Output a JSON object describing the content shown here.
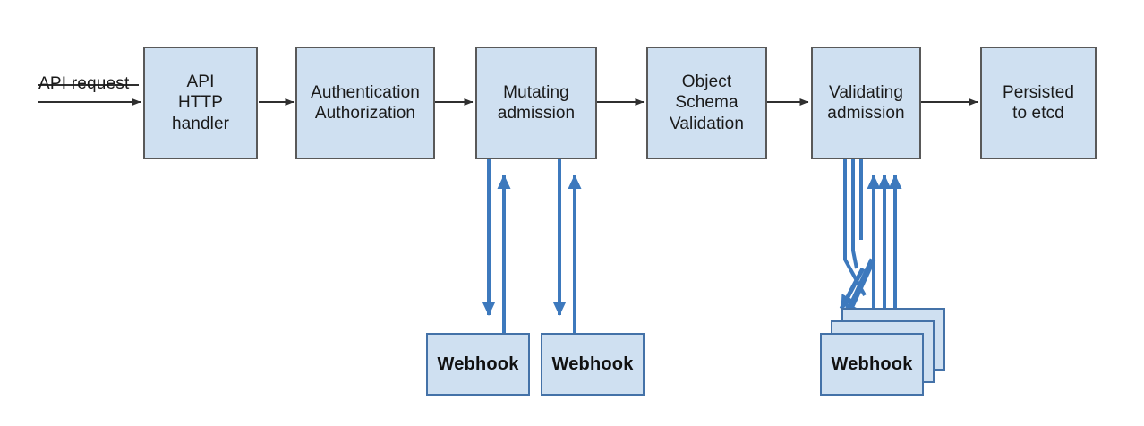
{
  "diagram": {
    "title": "Kubernetes API request admission flow",
    "colors": {
      "node_fill": "#cfe0f1",
      "node_stroke": "#595959",
      "webhook_stroke": "#4472a8",
      "flow_arrow": "#3a3a3a",
      "webhook_arrow": "#3d79bd",
      "background": "#ffffff",
      "text": "#1a1a1a"
    },
    "entry_label": "API request",
    "pipeline": [
      {
        "id": "api-http-handler",
        "label": "API\nHTTP\nhandler"
      },
      {
        "id": "authentication-authorization",
        "label": "Authentication\nAuthorization"
      },
      {
        "id": "mutating-admission",
        "label": "Mutating\nadmission"
      },
      {
        "id": "object-schema-validation",
        "label": "Object\nSchema\nValidation"
      },
      {
        "id": "validating-admission",
        "label": "Validating\nadmission"
      },
      {
        "id": "persisted-to-etcd",
        "label": "Persisted\nto etcd"
      }
    ],
    "webhooks": {
      "mutating": [
        {
          "id": "mutating-webhook-1",
          "label": "Webhook"
        },
        {
          "id": "mutating-webhook-2",
          "label": "Webhook"
        }
      ],
      "validating_stack": {
        "label": "Webhook",
        "count": 3,
        "back_label": "",
        "mid_label": ""
      }
    },
    "flow_arrow_count": 5,
    "webhook_arrow_pairs": {
      "mutating": 2,
      "validating": 3
    }
  }
}
